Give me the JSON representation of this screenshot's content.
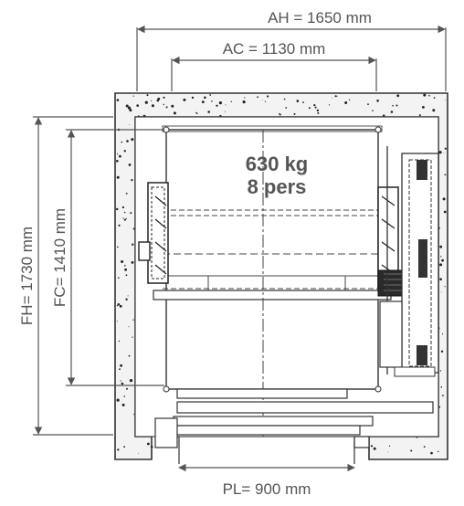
{
  "dimensions": {
    "shaft_width": "AH = 1650 mm",
    "car_width": "AC = 1130 mm",
    "shaft_depth": "FH= 1730 mm",
    "car_depth": "FC= 1410 mm",
    "door_width": "PL= 900 mm"
  },
  "capacity": {
    "load": "630 kg",
    "persons": "8 pers"
  },
  "colors": {
    "line": "#3a3a3a",
    "text": "#555555",
    "concrete": "#f2f2f2"
  }
}
